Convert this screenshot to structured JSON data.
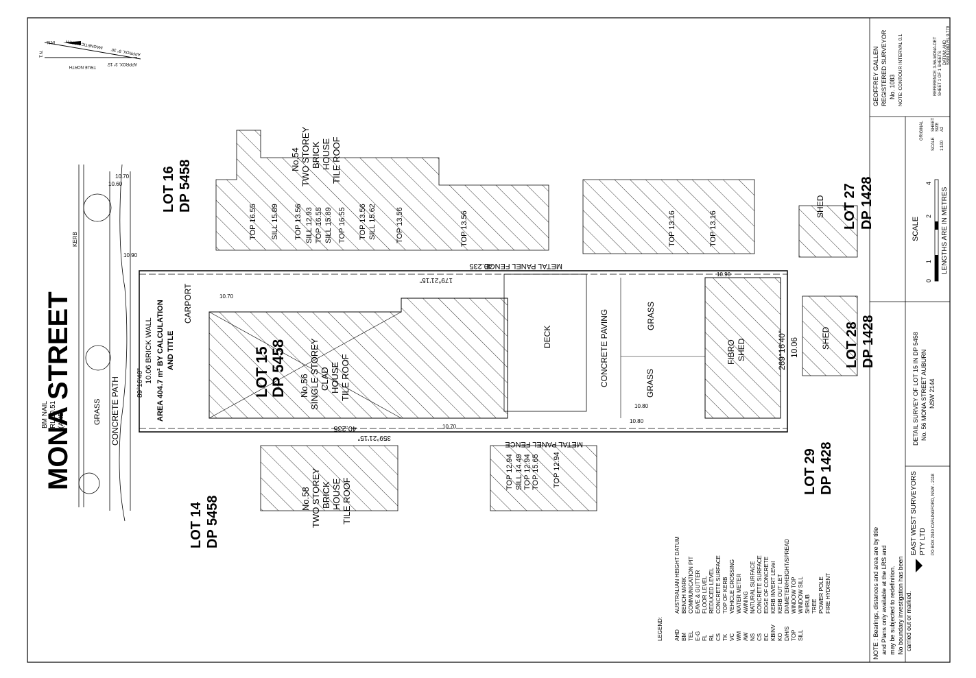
{
  "north": {
    "mn": "M.N.",
    "tn": "T.N.",
    "magnetic": "MAGNETIC NORTH",
    "true_n": "TRUE NORTH",
    "approx_mag": "APPROX. 9° 30'",
    "approx_true": "APPROX. 3° 15'"
  },
  "street": "MONA STREET",
  "bench_mark": {
    "l1": "BM NAIL",
    "l2": "RL 10.51",
    "l3": "(AHD)"
  },
  "lots": {
    "lot15": {
      "lot": "LOT 15",
      "dp": "DP 5458"
    },
    "lot16": {
      "lot": "LOT 16",
      "dp": "DP 5458"
    },
    "lot14": {
      "lot": "LOT 14",
      "dp": "DP 5458"
    },
    "lot27": {
      "lot": "LOT 27",
      "dp": "DP 1428"
    },
    "lot28": {
      "lot": "LOT 28",
      "dp": "DP 1428"
    },
    "lot29": {
      "lot": "LOT 29",
      "dp": "DP 1428"
    }
  },
  "houses": {
    "h56": [
      "No.56",
      "SINGLE STOREY",
      "CLAD",
      "HOUSE",
      "TILE ROOF"
    ],
    "h54": [
      "No.54",
      "TWO STOREY",
      "BRICK",
      "HOUSE",
      "TILE ROOF"
    ],
    "h58": [
      "No.58",
      "TWO STOREY",
      "BRICK",
      "HOUSE",
      "TILE ROOF"
    ]
  },
  "area": {
    "l1": "AREA 404.7 m² BY CALCULATION",
    "l2": "AND TITLE"
  },
  "features": {
    "carport": "CARPORT",
    "brick_wall": "10.06  BRICK WALL",
    "deck": "DECK",
    "concrete_paving": "CONCRETE PAVING",
    "grass": "GRASS",
    "fibro": "FIBRO",
    "shed": "SHED",
    "concrete_path": "CONCRETE PATH",
    "kerb": "KERB"
  },
  "boundaries": {
    "fence": "METAL PANEL FENCE",
    "dist_top": "40.235",
    "brg_top": "179°21'15\"",
    "dist_bot": "40.235",
    "brg_bot": "359°21'15\"",
    "front_brg": "89°16'40\"",
    "front_dist": "10.06",
    "rear_brg": "269°16'40\"",
    "rear_dist": "10.06"
  },
  "levels": {
    "top1655": "TOP 16.55",
    "sill1589": "SILL 15.89",
    "top1356": "TOP 13.56",
    "sill1293": "SILL 12.93",
    "top1655b": "TOP 16.55",
    "sill1589b": "SILL 15.89",
    "top1655c": "TOP 16.55",
    "top1356b": "TOP 13.56",
    "sill1562": "SILL 15.62",
    "top1356c": "TOP 13.56",
    "top1356d": "TOP 13.56",
    "top1316": "TOP 13.16",
    "top1316b": "TOP 13.16",
    "top1294": "TOP 12.94",
    "sill1449": "SILL 14.49",
    "top1294b": "TOP 12.94",
    "top1565": "TOP 15.65",
    "top1294c": "TOP 12.94",
    "spot1": "10.70",
    "spot2": "10.90",
    "spot3": "10.80",
    "spot4": "10.80",
    "spot5": "10.70",
    "spot6": "10.60",
    "spot7": "10.70",
    "spot8": "10.90"
  },
  "scale": {
    "title": "SCALE",
    "ticks": [
      "0",
      "1",
      "2",
      "4"
    ],
    "note": "LENGTHS ARE IN METRES"
  },
  "legend": {
    "title": "LEGEND:",
    "items": [
      [
        "AHD",
        "AUSTRALIAN HEIGHT DATUM"
      ],
      [
        "BM",
        "BENCH MARK"
      ],
      [
        "TEL",
        "COMMUNICATION PIT"
      ],
      [
        "E-G",
        "EAVE & GUTTER"
      ],
      [
        "FL",
        "FLOOR LEVEL"
      ],
      [
        "RL",
        "REDUCED LEVEL"
      ],
      [
        "CS",
        "CONCRETE SURFACE"
      ],
      [
        "TK",
        "TOP OF KERB"
      ],
      [
        "VC",
        "VEHICLE CROSSING"
      ],
      [
        "WM",
        "WATER METER"
      ],
      [
        "AW",
        "AWNING"
      ],
      [
        "NS",
        "NATURAL SURFACE"
      ],
      [
        "CS",
        "CONCRETE SURFACE"
      ],
      [
        "EC",
        "EDGE OF CONCRETE"
      ],
      [
        "KBINV",
        "KERB INVERT LEVel"
      ],
      [
        "KO",
        "KERB OUT LET"
      ],
      [
        "D/H/S",
        "DIAMETER/HEIGHT/SPREAD"
      ],
      [
        "TOP",
        "WINDOW TOP"
      ],
      [
        "SILL",
        "WINDOW SILL"
      ],
      [
        "",
        "SHRUB"
      ],
      [
        "",
        "TREE"
      ],
      [
        "",
        "POWER POLE"
      ],
      [
        "",
        "FIRE HYDRENT"
      ]
    ]
  },
  "note": {
    "lines": [
      "NOTE : Bearings, distances and area are by title",
      "and Plans only available at the LRS and",
      "may be subjected to redefinition.",
      "No boundary investigation has been",
      "carried out or marked."
    ]
  },
  "firm": {
    "name": "EAST WEST SURVEYORS",
    "sub": "PTY LTD",
    "addr": "PO BOX 2040 CARLINGFORD, NSW - 2118"
  },
  "project": {
    "l1": "DETAIL SURVEY OF LOT 15 IN DP 5458",
    "l2": "No. 56 MONA STREET AUBURN",
    "l3": "NSW 2144"
  },
  "surveyor": {
    "name": "GEOFFREY  GALLEN",
    "title": "REGISTERED  SURVEYOR",
    "no": "No.  1083",
    "contour": "NOTE: CONTOUR INTERVAL  0.1"
  },
  "titleblock": {
    "original": "ORIGINAL",
    "scale": "SCALE",
    "scale_val": "1:100",
    "sheet": "SHEET",
    "size": "SIZE",
    "size_val": "A2",
    "ref": "REFERENCE: 3-56-MONA-DET",
    "sheetof": "SHEET 1 OF 1 SHEETS",
    "datum": "DATUM: AHD",
    "ssm": "SSM 91983 RL 9.779"
  }
}
